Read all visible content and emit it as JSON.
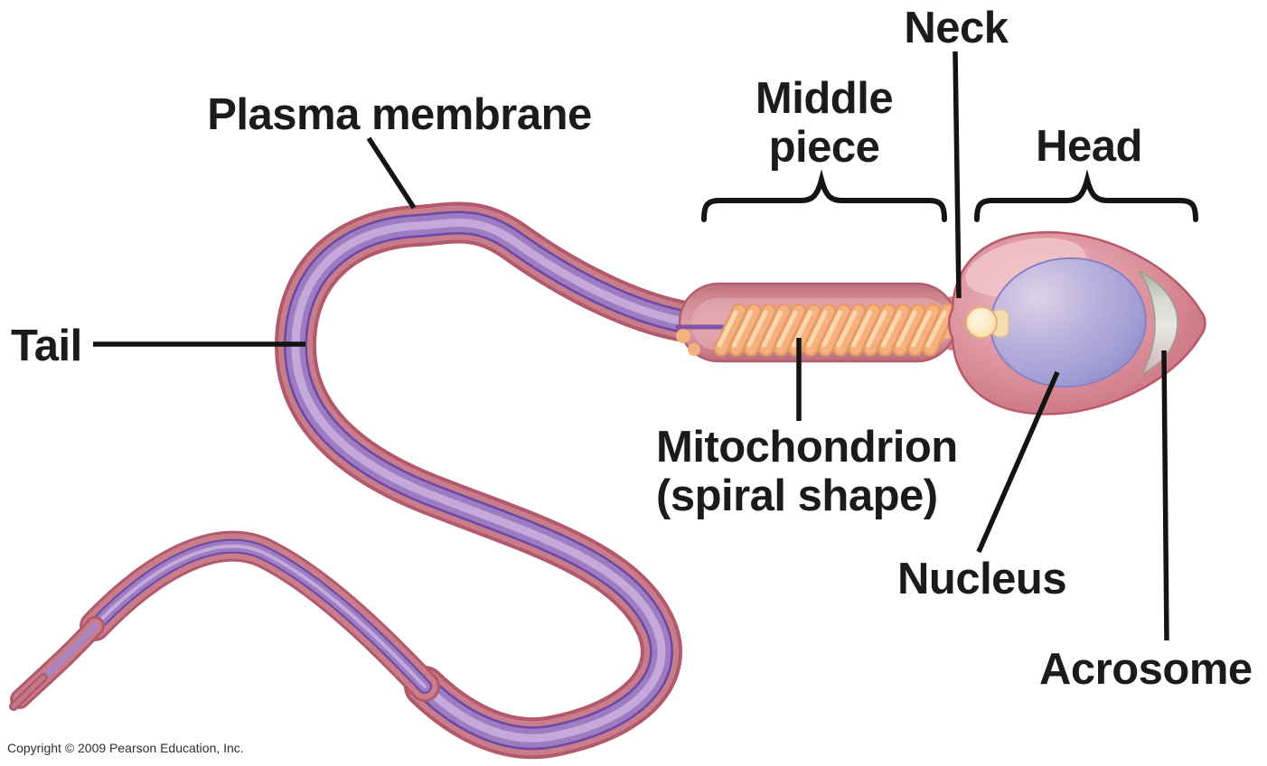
{
  "labels": {
    "plasma_membrane": "Plasma membrane",
    "neck": "Neck",
    "middle_piece": "Middle piece",
    "head": "Head",
    "tail": "Tail",
    "mitochondrion_line1": "Mitochondrion",
    "mitochondrion_line2": "(spiral shape)",
    "nucleus": "Nucleus",
    "acrosome": "Acrosome"
  },
  "footer": {
    "copyright": "Copyright © 2009 Pearson Education, Inc."
  },
  "palette": {
    "label_color": "#1b1b1b",
    "leader_line_color": "#141414",
    "tail_edge": "#b2596b",
    "tail_pink": "#c97c89",
    "tail_core_dark": "#6b48a5",
    "tail_core_purple": "#9e7cc1",
    "tail_core_highlight": "#c3aadb",
    "middle_piece_pink": "#d48e98",
    "middle_piece_edge": "#b25e6d",
    "coil_orange_dark": "#e69a66",
    "coil_orange": "#f5b27e",
    "coil_highlight": "#fbd8ae",
    "head_pink": "#d1808d",
    "head_edge": "#b95866",
    "nucleus_lavender": "#a29dd5",
    "acrosome_gray": "#e6e6e2",
    "centriole_cream": "#fde7bd",
    "copyright_color": "#2e2e2e"
  }
}
